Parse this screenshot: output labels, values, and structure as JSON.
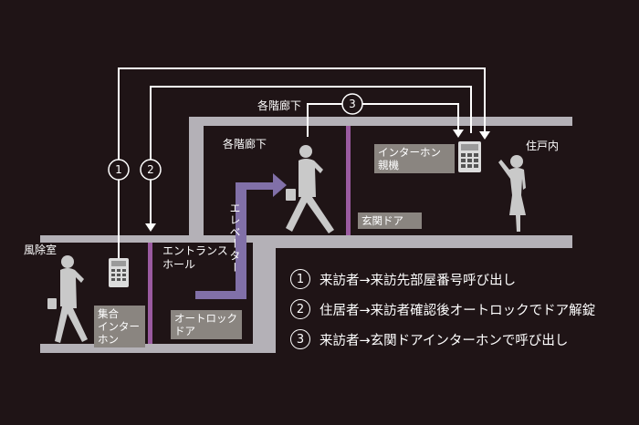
{
  "labels": {
    "windbreak_room": "風除室",
    "entrance_hall": "エントランス\nホール",
    "corridor_top": "各階廊下",
    "corridor": "各階廊下",
    "residence": "住戸内",
    "elevator": "エレベーター"
  },
  "tags": {
    "intercom_master": "インターホン\n親機",
    "front_door": "玄関ドア",
    "autolock_door": "オートロック\nドア",
    "collective_intercom": "集合\nインター\nホン"
  },
  "steps": [
    {
      "num": "1",
      "text": "来訪者→来訪先部屋番号呼び出し"
    },
    {
      "num": "2",
      "text": "住居者→来訪者確認後オートロックでドア解錠"
    },
    {
      "num": "3",
      "text": "来訪者→玄関ドアインターホンで呼び出し"
    }
  ],
  "colors": {
    "background": "#1f1416",
    "structure": "#b4b1b7",
    "door": "#9a5aa0",
    "elevator_arrow": "#8170a8",
    "tag_bg": "#8a8580",
    "line": "#ffffff"
  }
}
